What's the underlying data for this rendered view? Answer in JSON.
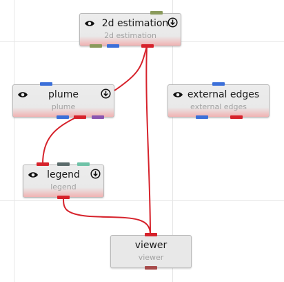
{
  "nodes": {
    "estimation": {
      "title": "2d estimation",
      "subtitle": "2d estimation"
    },
    "plume": {
      "title": "plume",
      "subtitle": "plume"
    },
    "external_edges": {
      "title": "external edges",
      "subtitle": "external edges"
    },
    "legend": {
      "title": "legend",
      "subtitle": "legend"
    },
    "viewer": {
      "title": "viewer",
      "subtitle": "viewer"
    }
  },
  "icons": {
    "visibility": "eye-icon",
    "download": "download-icon"
  },
  "port_colors": {
    "olive": "#8a9a5b",
    "blue": "#3b6fd9",
    "red": "#d6222b",
    "purple": "#8a55b0",
    "slate": "#5a6b6b",
    "teal": "#6ec2a7",
    "maroon": "#a64a4a"
  },
  "edge_color": "#d6222b"
}
